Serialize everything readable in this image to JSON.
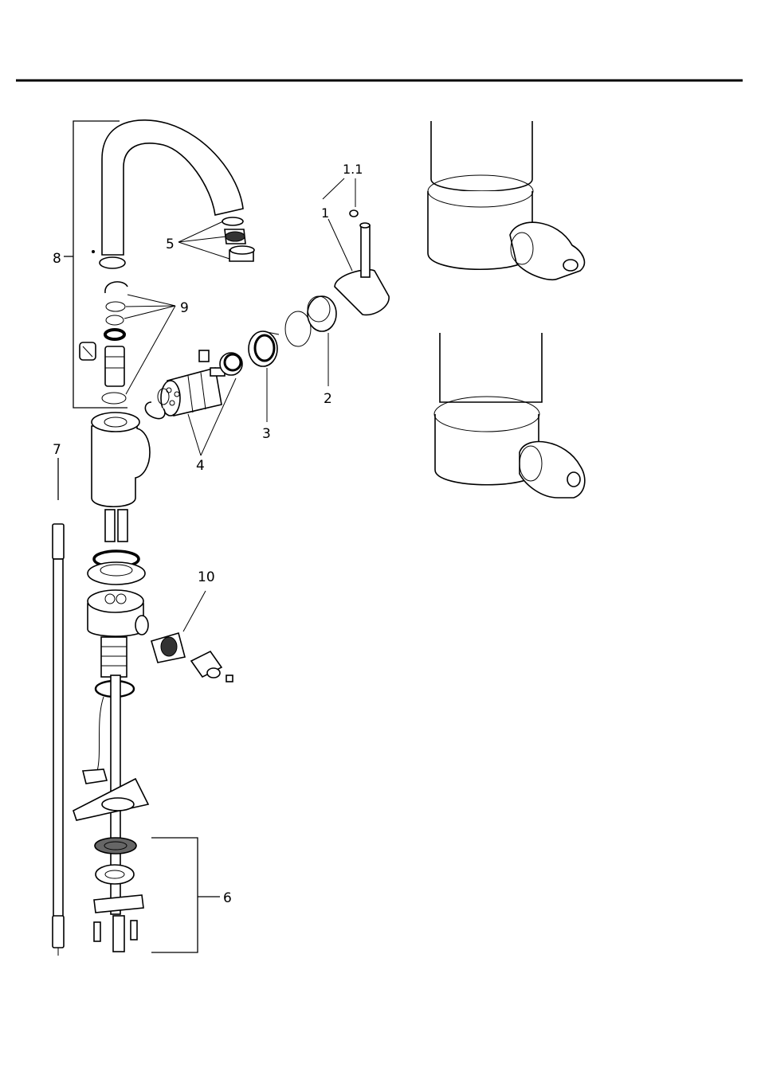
{
  "labels": {
    "l1": "1",
    "l11": "1.1",
    "l2": "2",
    "l3": "3",
    "l4": "4",
    "l5": "5",
    "l6": "6",
    "l7": "7",
    "l8": "8",
    "l9": "9",
    "l10": "10"
  }
}
